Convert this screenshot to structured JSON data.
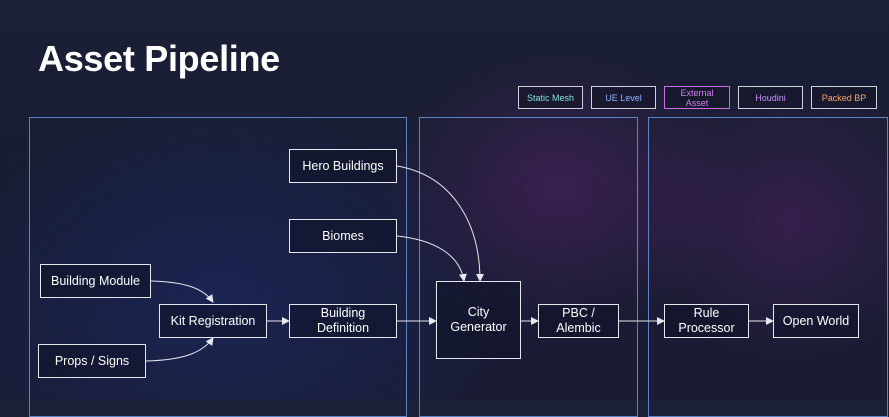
{
  "title": "Asset Pipeline",
  "legend": [
    {
      "label": "Static Mesh",
      "color": "#7fe3dc"
    },
    {
      "label": "UE Level",
      "color": "#8fb4ff"
    },
    {
      "label": "External Asset",
      "color": "#d77bf0"
    },
    {
      "label": "Houdini",
      "color": "#c98ff5"
    },
    {
      "label": "Packed BP",
      "color": "#f3a867"
    }
  ],
  "nodes": {
    "hero_buildings": "Hero Buildings",
    "biomes": "Biomes",
    "building_module": "Building Module",
    "kit_registration": "Kit Registration",
    "building_definition": "Building Definition",
    "props_signs": "Props / Signs",
    "city_generator": "City Generator",
    "pbc_alembic": "PBC / Alembic",
    "rule_processor": "Rule Processor",
    "open_world": "Open World"
  },
  "colors": {
    "panel_border": "#5b84c6",
    "node_border": "#e6e8ef",
    "edge": "#e6e8ef"
  }
}
